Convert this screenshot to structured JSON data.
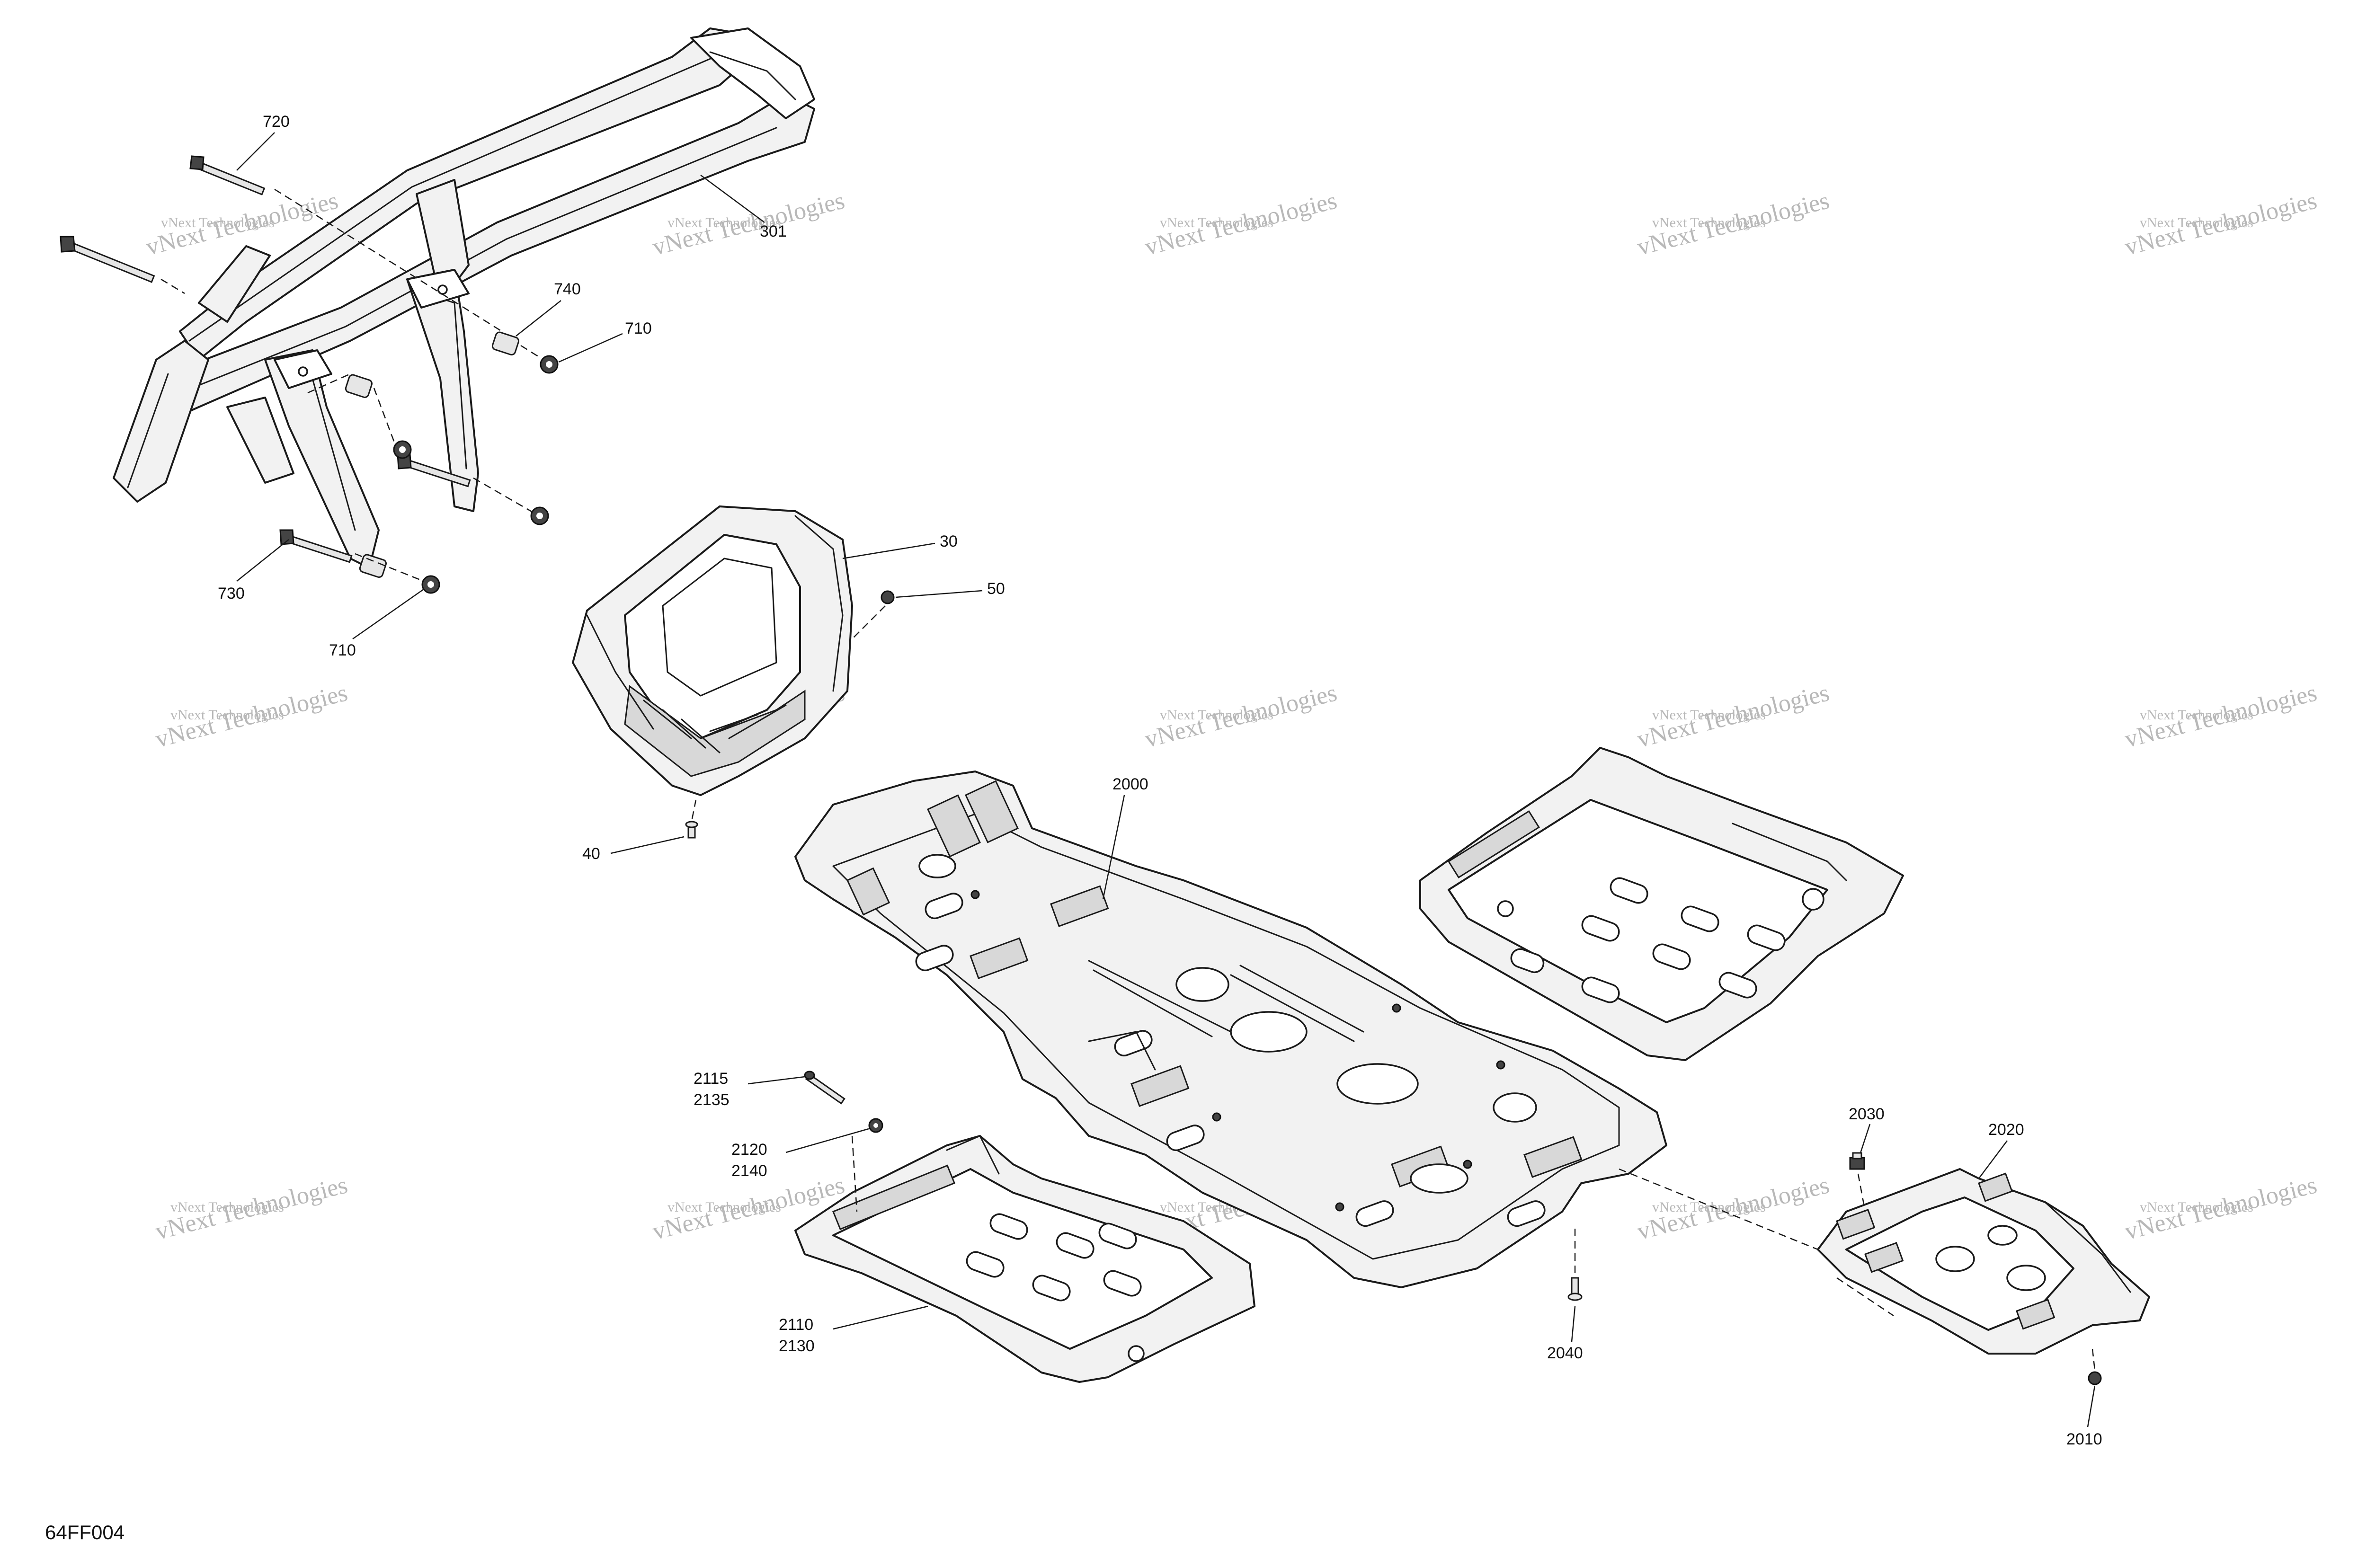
{
  "figure_code": "64FF004",
  "watermark": {
    "line1": "vNext Technologies",
    "line2": "vNext Technologies"
  },
  "callouts": [
    {
      "id": "c720",
      "lines": [
        "720"
      ]
    },
    {
      "id": "c301",
      "lines": [
        "301"
      ]
    },
    {
      "id": "c740",
      "lines": [
        "740"
      ]
    },
    {
      "id": "c710a",
      "lines": [
        "710"
      ]
    },
    {
      "id": "c730",
      "lines": [
        "730"
      ]
    },
    {
      "id": "c710b",
      "lines": [
        "710"
      ]
    },
    {
      "id": "c30",
      "lines": [
        "30"
      ]
    },
    {
      "id": "c50",
      "lines": [
        "50"
      ]
    },
    {
      "id": "c40",
      "lines": [
        "40"
      ]
    },
    {
      "id": "c2000",
      "lines": [
        "2000"
      ]
    },
    {
      "id": "c2115",
      "lines": [
        "2115",
        "2135"
      ]
    },
    {
      "id": "c2120",
      "lines": [
        "2120",
        "2140"
      ]
    },
    {
      "id": "c2110",
      "lines": [
        "2110",
        "2130"
      ]
    },
    {
      "id": "c2040",
      "lines": [
        "2040"
      ]
    },
    {
      "id": "c2030",
      "lines": [
        "2030"
      ]
    },
    {
      "id": "c2020",
      "lines": [
        "2020"
      ]
    },
    {
      "id": "c2010",
      "lines": [
        "2010"
      ]
    }
  ]
}
